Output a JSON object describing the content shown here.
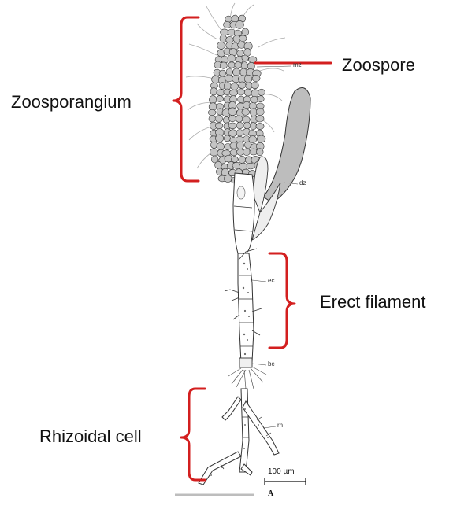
{
  "labels": {
    "zoosporangium": "Zoosporangium",
    "zoospore": "Zoospore",
    "erect_filament": "Erect filament",
    "rhizoidal_cell": "Rhizoidal cell"
  },
  "annotations": {
    "mz": "mz",
    "dz": "dz",
    "ec": "ec",
    "bc": "bc",
    "rh": "rh"
  },
  "scale_bar": {
    "label": "100 µm"
  },
  "panel_letter": "A",
  "colors": {
    "bracket": "#d31f1f",
    "ink": "#333333",
    "zoospore_fill": "#c4c4c4",
    "cell_fill": "#e3e3e3"
  }
}
